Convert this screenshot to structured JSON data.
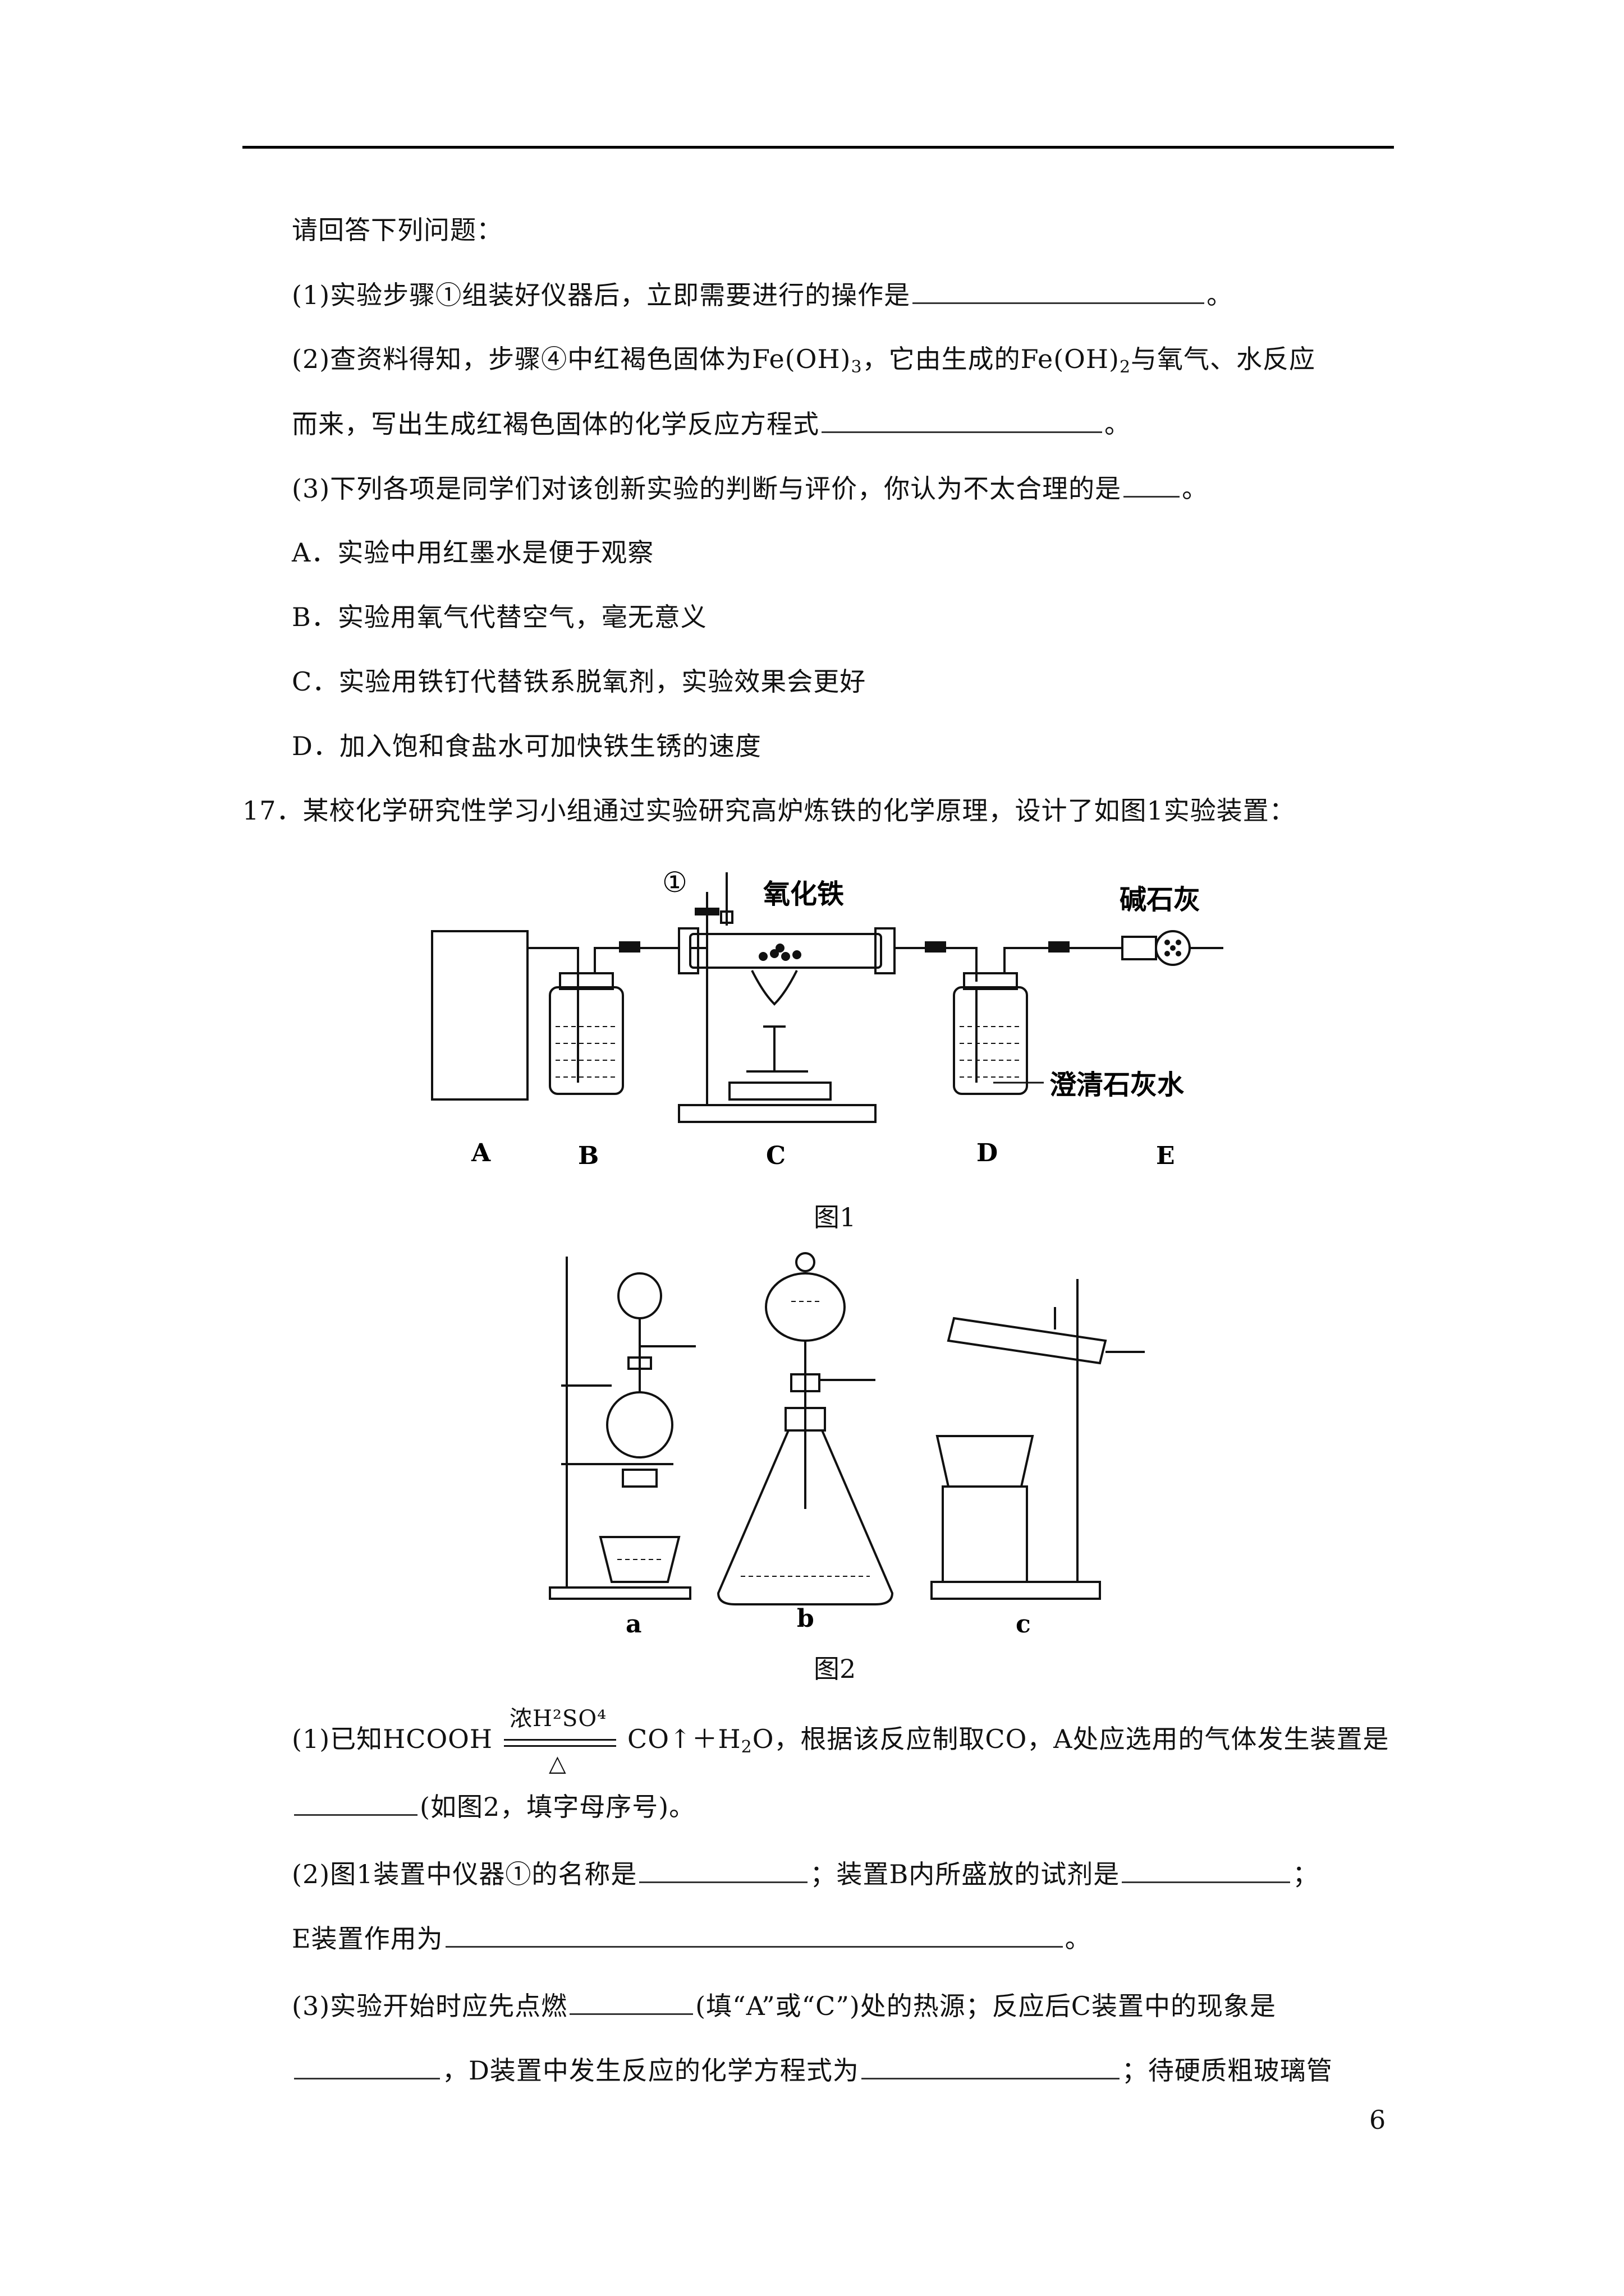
{
  "intro": "请回答下列问题：",
  "q1": {
    "text": "(1)实验步骤①组装好仪器后，立即需要进行的操作是",
    "end": "。"
  },
  "q2": {
    "l1_pre": "(2)查资料得知，步骤④中红褐色固体为Fe(OH)",
    "l1_sub": "3",
    "l1_mid": "，它由生成的Fe(OH)",
    "l1_sub2": "2",
    "l1_post": "与氧气、水反应",
    "l2": "而来，写出生成红褐色固体的化学反应方程式",
    "end": "。"
  },
  "q3": {
    "text": "(3)下列各项是同学们对该创新实验的判断与评价，你认为不太合理的是",
    "end": "。"
  },
  "options": [
    "A．实验中用红墨水是便于观察",
    "B．实验用氧气代替空气，毫无意义",
    "C．实验用铁钉代替铁系脱氧剂，实验效果会更好",
    "D．加入饱和食盐水可加快铁生锈的速度"
  ],
  "q17": "17．某校化学研究性学习小组通过实验研究高炉炼铁的化学原理，设计了如图1实验装置：",
  "fig1": {
    "caption": "图1",
    "labels": {
      "circle1": "①",
      "iron_oxide": "氧化铁",
      "soda_lime": "碱石灰",
      "limewater": "澄清石灰水",
      "A": "A",
      "B": "B",
      "C": "C",
      "D": "D",
      "E": "E"
    }
  },
  "fig2": {
    "caption": "图2",
    "labels": {
      "a": "a",
      "b": "b",
      "c": "c"
    }
  },
  "s1": {
    "pre": "(1)已知HCOOH",
    "cond_top": "浓H²SO⁴",
    "cond_bot": "△",
    "mid": "CO↑＋H",
    "sub": "2",
    "post": "O，根据该反应制取CO，A处应选用的气体发生装置是",
    "l2": "(如图2，填字母序号)。"
  },
  "s2": {
    "l1a": "(2)图1装置中仪器①的名称是",
    "l1b": "；装置B内所盛放的试剂是",
    "l1c": "；",
    "l2a": "E装置作用为",
    "l2b": "。"
  },
  "s3": {
    "l1a": "(3)实验开始时应先点燃",
    "l1b": "(填“A”或“C”)处的热源；反应后C装置中的现象是",
    "l2a": "，D装置中发生反应的化学方程式为",
    "l2b": "；待硬质粗玻璃管"
  },
  "page_number": "6"
}
